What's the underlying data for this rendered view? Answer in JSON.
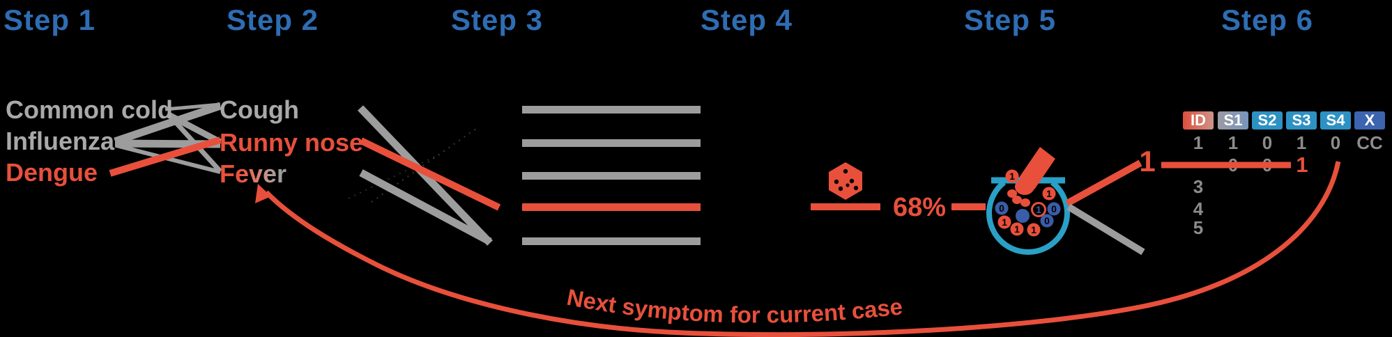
{
  "title_labels": [
    "Step 1",
    "Step 2",
    "Step 3",
    "Step 4",
    "Step 5",
    "Step 6"
  ],
  "diseases": [
    "Common cold",
    "Influenza",
    "Dengue"
  ],
  "symptoms": [
    "Cough",
    "Runny nose",
    "Fever"
  ],
  "probability": "68%",
  "draw": {
    "value": "1",
    "placed_value": "1"
  },
  "bowl_coins": [
    "1",
    "1",
    "0",
    "1",
    "1",
    "1",
    "",
    "1",
    "0",
    "0"
  ],
  "table": {
    "headers": [
      "ID",
      "S1",
      "S2",
      "S3",
      "S4",
      "X"
    ],
    "row1": [
      "1",
      "1",
      "0",
      "1",
      "0",
      "CC"
    ],
    "row2": {
      "s1": "0",
      "s2": "0",
      "s3": "1"
    },
    "pending_ids": [
      "3",
      "4",
      "5"
    ]
  },
  "loop_label": "Next symptom for current case",
  "colors": {
    "background": "#000000",
    "step_title_blue": "#2E6DB4",
    "accent_red": "#E8503C",
    "line_gray": "#9D9D9D",
    "word_gray": "#A9A9A9",
    "value_gray": "#8C8C8C",
    "bowl_teal": "#2AA0C7",
    "token_blue": "#3A5DA8",
    "header_blue": "#2E91C3",
    "header_x_blue": "#3D64AE",
    "header_id_gradient": [
      "#DC4F3C",
      "#CE9489"
    ],
    "header_s1_gradient": [
      "#9B9BA3",
      "#7795BC"
    ]
  }
}
